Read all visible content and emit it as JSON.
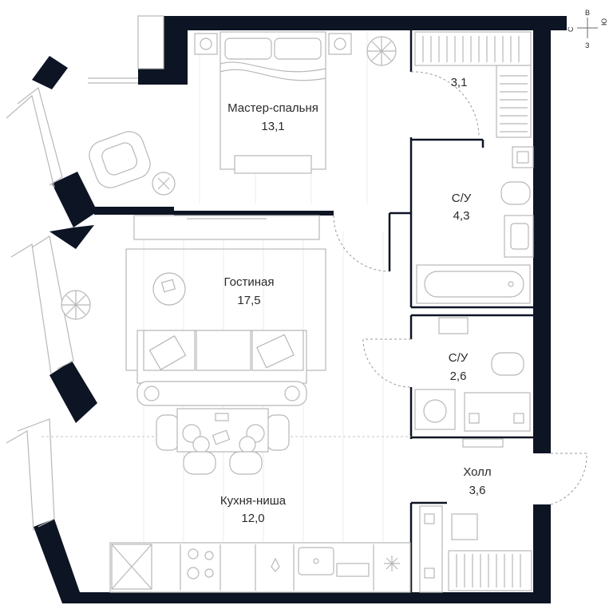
{
  "rooms": {
    "master_bedroom": {
      "name": "Мастер-спальня",
      "area": "13,1"
    },
    "wardrobe": {
      "area": "3,1"
    },
    "bathroom_1": {
      "name": "С/У",
      "area": "4,3"
    },
    "living_room": {
      "name": "Гостиная",
      "area": "17,5"
    },
    "bathroom_2": {
      "name": "С/У",
      "area": "2,6"
    },
    "kitchen": {
      "name": "Кухня-ниша",
      "area": "12,0"
    },
    "hall": {
      "name": "Холл",
      "area": "3,6"
    }
  },
  "compass": {
    "north": "С",
    "east": "В",
    "south": "Ю",
    "west": "З"
  },
  "colors": {
    "wall": "#0d1424",
    "furniture": "#b8b8b8",
    "text": "#2a2a2a"
  }
}
